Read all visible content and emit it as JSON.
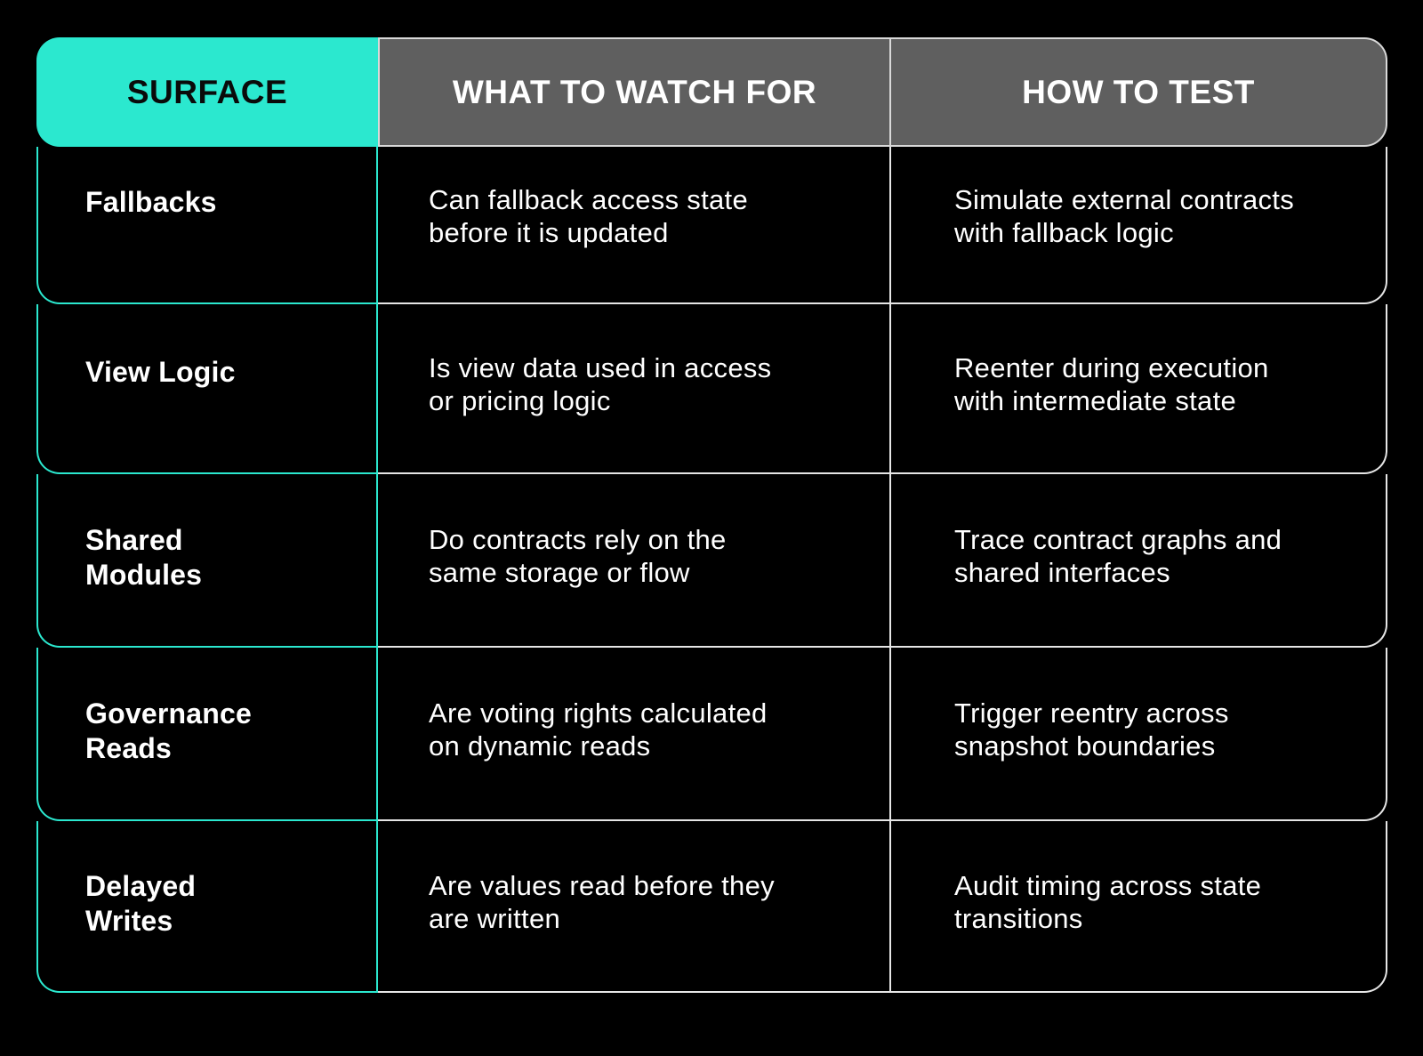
{
  "colors": {
    "accent": "#2be8cf",
    "header_gray": "#5f5f5f",
    "background": "#000000",
    "border_light": "#e6e6e6"
  },
  "header": {
    "surface": "SURFACE",
    "watch": "WHAT TO WATCH FOR",
    "test": "HOW TO TEST"
  },
  "rows": [
    {
      "surface": "Fallbacks",
      "watch": "Can fallback access state\nbefore it is updated",
      "test": "Simulate external contracts\nwith fallback logic"
    },
    {
      "surface": "View Logic",
      "watch": "Is view data used in access\nor pricing logic",
      "test": "Reenter during execution\nwith intermediate state"
    },
    {
      "surface": "Shared\nModules",
      "watch": "Do contracts rely on the\nsame storage or flow",
      "test": "Trace contract graphs and\nshared interfaces"
    },
    {
      "surface": "Governance\nReads",
      "watch": "Are voting rights calculated\non dynamic reads",
      "test": "Trigger reentry across\nsnapshot boundaries"
    },
    {
      "surface": "Delayed\nWrites",
      "watch": "Are values read before they\nare written",
      "test": "Audit timing across state\ntransitions"
    }
  ]
}
